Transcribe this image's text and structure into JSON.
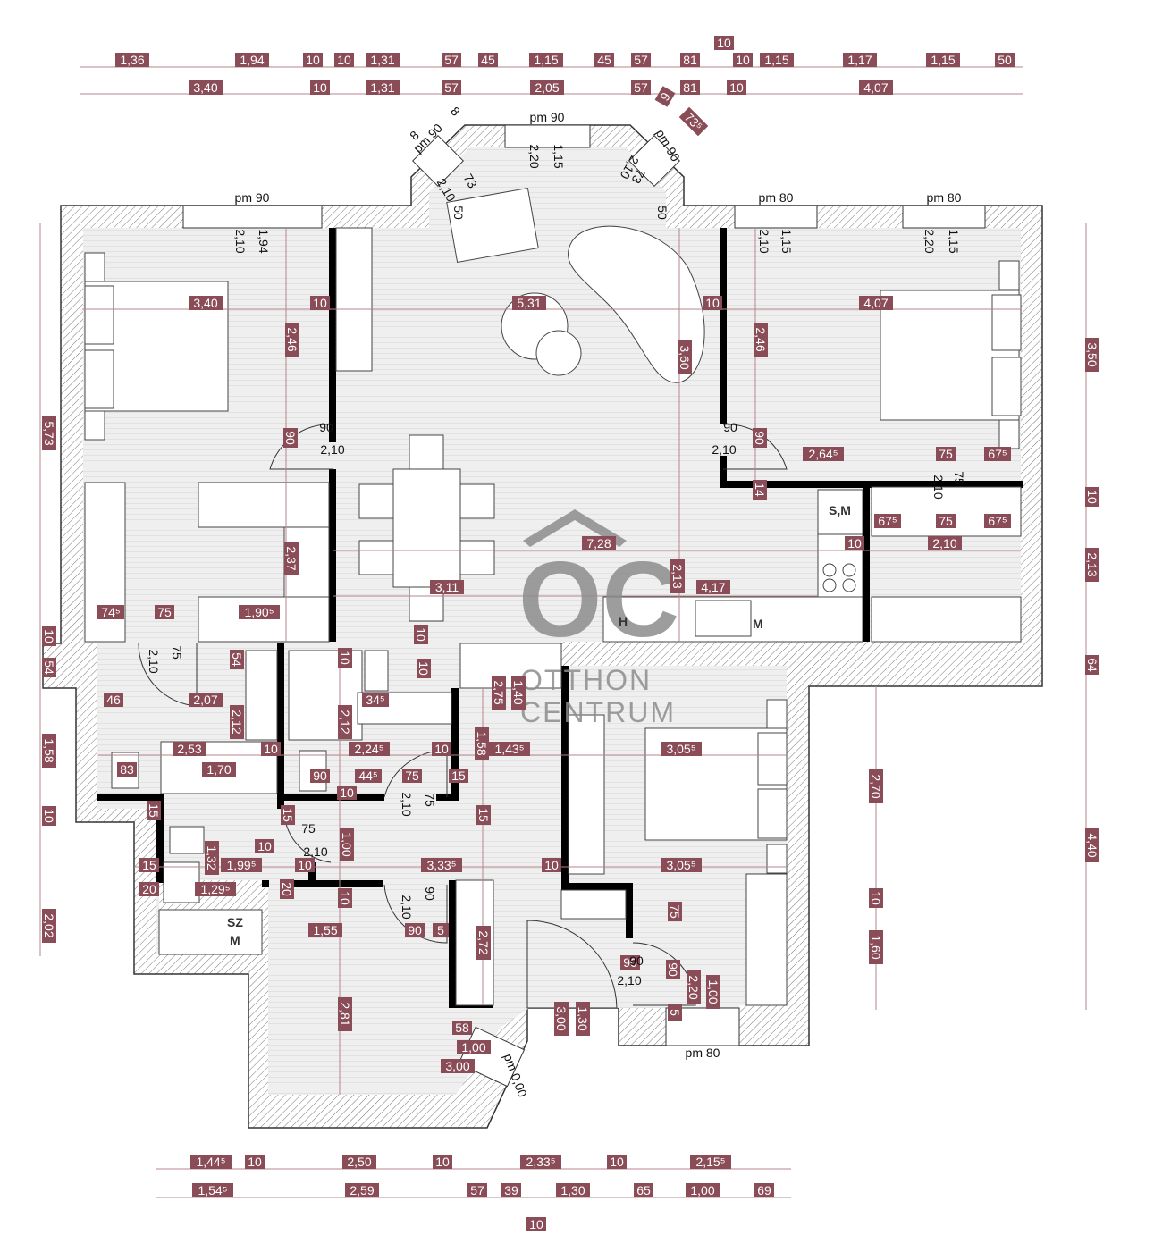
{
  "dims_top_1": [
    "1,36",
    "1,94",
    "10",
    "10",
    "1,31",
    "57",
    "45",
    "1,15",
    "45",
    "57",
    "81",
    "10",
    "10",
    "1,15",
    "1,17",
    "1,15",
    "50"
  ],
  "dims_top_2": [
    "3,40",
    "10",
    "1,31",
    "57",
    "2,05",
    "57",
    "9",
    "81",
    "10",
    "4,07",
    "73⁵"
  ],
  "dims_bottom_1": [
    "1,44⁵",
    "10",
    "2,50",
    "10",
    "2,33⁵",
    "10",
    "2,15⁵"
  ],
  "dims_bottom_2": [
    "1,54⁵",
    "2,59",
    "57",
    "39",
    "1,30",
    "65",
    "1,00",
    "69"
  ],
  "dims_left": [
    "5,73",
    "10",
    "54",
    "1,58",
    "10",
    "2,02"
  ],
  "dims_right": [
    "3,50",
    "10",
    "2,13",
    "64",
    "4,40"
  ],
  "windows": [
    "pm 90",
    "pm 90",
    "pm 80",
    "pm 80",
    "pm 80",
    "pm 90",
    "pm 90",
    "pm 0,00"
  ],
  "interior_dims": [
    "3,40",
    "10",
    "5,31",
    "10",
    "4,07",
    "2,46",
    "2,46",
    "3,60",
    "2,37",
    "7,28",
    "2,13",
    "4,17",
    "3,11",
    "74⁵",
    "75",
    "1,90⁵",
    "2,64⁵",
    "75",
    "67⁵",
    "67⁵",
    "75",
    "67⁵",
    "2,10",
    "10",
    "90",
    "90",
    "14",
    "10",
    "54",
    "10",
    "46",
    "2,07",
    "2,12",
    "2,53",
    "10",
    "1,70",
    "83",
    "2,12",
    "2,24⁵",
    "34⁵",
    "10",
    "10",
    "1,58",
    "1,43⁵",
    "90",
    "44⁵",
    "75",
    "15",
    "10",
    "1,00",
    "2,75",
    "1,40",
    "3,05⁵",
    "3,05⁵",
    "2,70",
    "10",
    "1,60",
    "15",
    "1,32",
    "1,99⁵",
    "10",
    "3,33⁵",
    "10",
    "15",
    "1,29⁵",
    "20",
    "10",
    "2,72",
    "75",
    "1,55",
    "90",
    "5",
    "2,81",
    "58",
    "1,00",
    "3,00",
    "3,00",
    "1,30",
    "90",
    "90",
    "2,20",
    "1,00",
    "5",
    "15",
    "10",
    "20",
    "15",
    "10"
  ],
  "opening_labels": [
    "90",
    "2,10",
    "90",
    "2,10",
    "75",
    "2,10",
    "75",
    "2,10",
    "75",
    "2,10",
    "75",
    "2,10",
    "90",
    "2,10",
    "90",
    "2,10",
    "2,10",
    "1,94",
    "2,10",
    "1,15",
    "2,20",
    "1,15",
    "2,20",
    "1,15",
    "73",
    "2,10",
    "73",
    "2,10",
    "50",
    "50",
    "8",
    "8"
  ],
  "fixtures": {
    "sm": "S,M",
    "h": "H",
    "m": "M",
    "sz": "SZ",
    "szm": "M"
  },
  "logo": {
    "mark": "OC",
    "line1": "OTTHON",
    "line2": "CENTRUM"
  },
  "colors": {
    "tag": "#8a4c57",
    "wall": "#333333",
    "logo": "#8d8d8d"
  }
}
